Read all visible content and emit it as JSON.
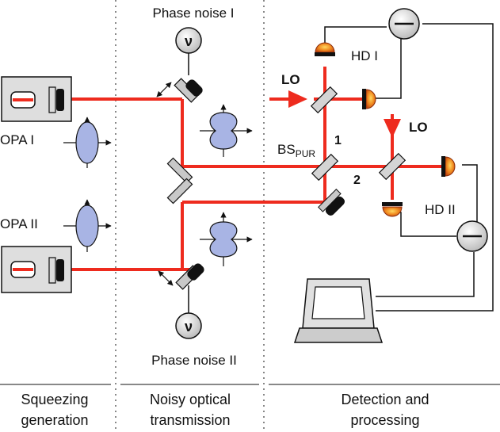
{
  "labels": {
    "phase_noise_1": "Phase noise I",
    "phase_noise_2": "Phase noise II",
    "opa_1": "OPA I",
    "opa_2": "OPA II",
    "lo_1": "LO",
    "lo_2": "LO",
    "hd_1": "HD I",
    "hd_2": "HD II",
    "bs_main": "BS",
    "bs_sub": "PUR",
    "port_1": "1",
    "port_2": "2",
    "nu": "ν"
  },
  "sections": {
    "squeezing_1": "Squeezing",
    "squeezing_2": "generation",
    "noisy_1": "Noisy optical",
    "noisy_2": "transmission",
    "detection_1": "Detection and",
    "detection_2": "processing"
  },
  "colors": {
    "beam": "#ee2b1e",
    "lens": "#a8b4e4",
    "mirror": "#c8c8c8",
    "detector": "#e0641c",
    "box": "#dedede"
  }
}
